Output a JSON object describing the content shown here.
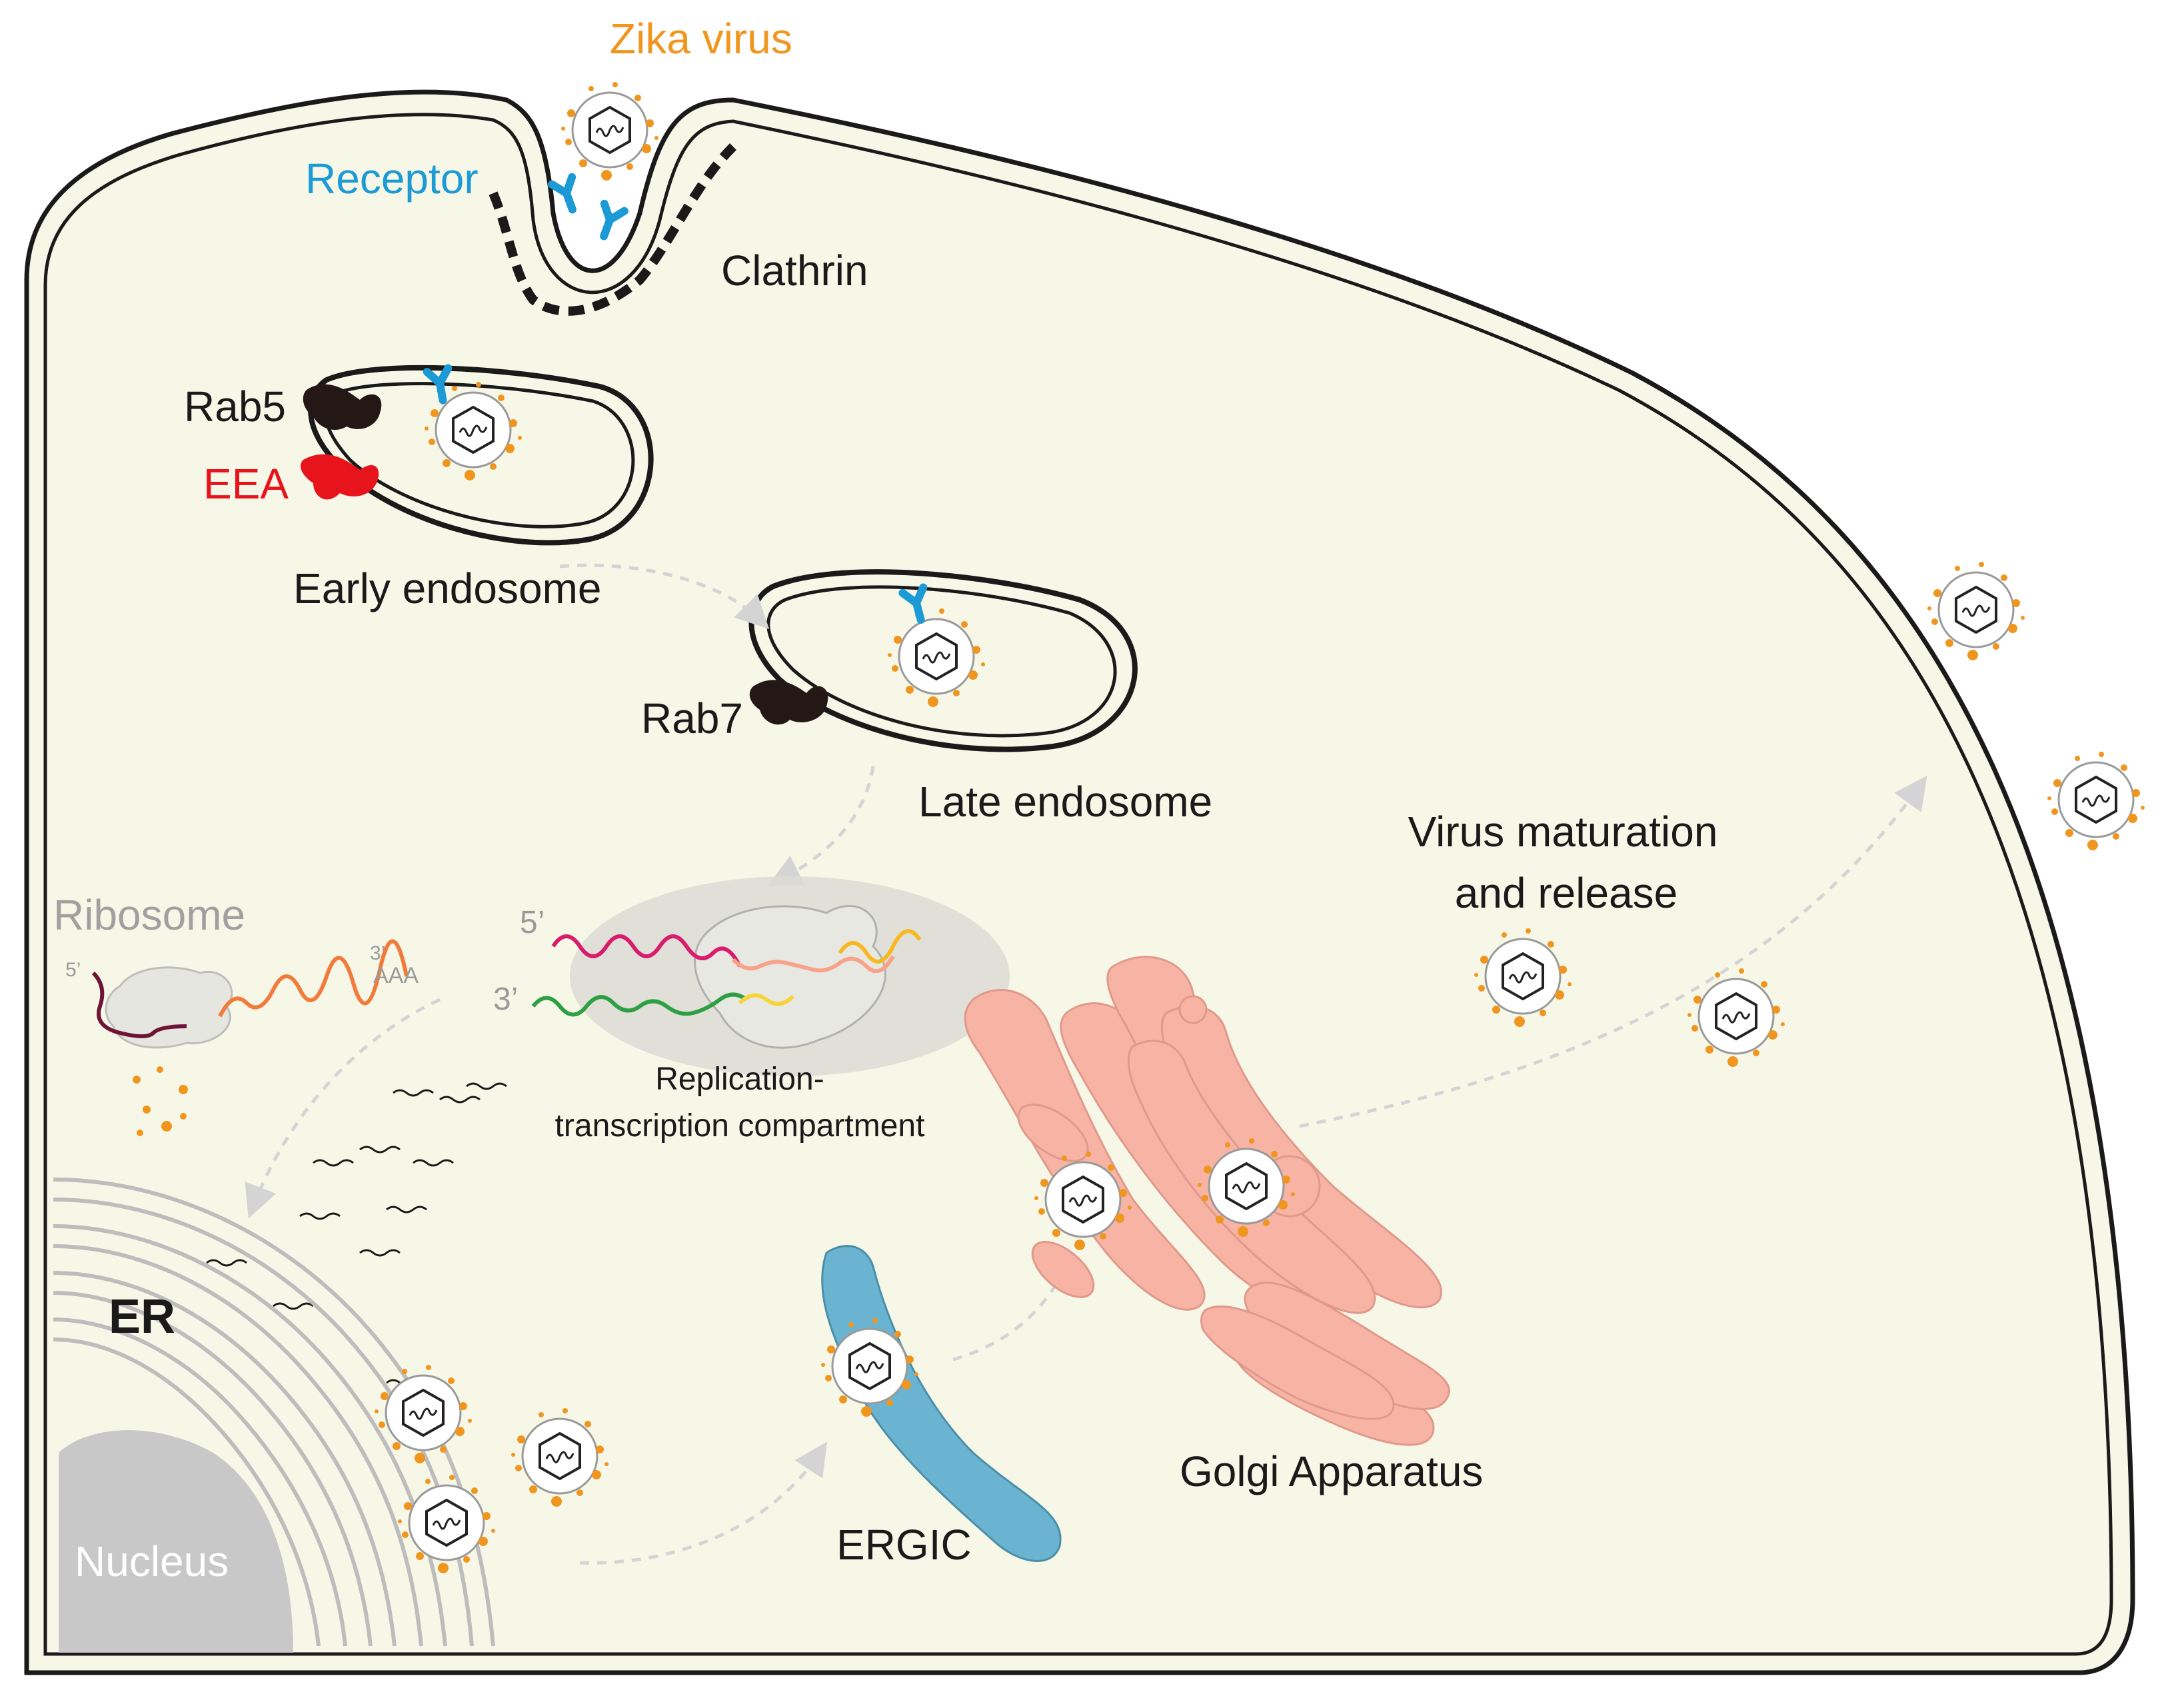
{
  "colors": {
    "cytoplasm": "#f7f7e8",
    "membrane": "#1a1a1a",
    "virus_accent": "#f0961e",
    "receptor": "#1b9ad6",
    "eea": "#e8141b",
    "rab": "#231815",
    "golgi": "#f7b3a3",
    "ergic": "#6ab4d2",
    "nucleus": "#c8c8c8",
    "er": "#bdbdbd",
    "arrow": "#d4d4d4",
    "muted_label": "#a0a0a0"
  },
  "labels": {
    "zika_virus": "Zika virus",
    "receptor": "Receptor",
    "clathrin": "Clathrin",
    "rab5": "Rab5",
    "eea": "EEA",
    "early_endosome": "Early endosome",
    "rab7": "Rab7",
    "late_endosome": "Late endosome",
    "ribosome": "Ribosome",
    "five_prime": "5’",
    "three_prime": "3’",
    "three_prime_plain": "3’",
    "aaa": "AAA",
    "replication_line1": "Replication-",
    "replication_line2": "transcription compartment",
    "virus_maturation_line1": "Virus maturation",
    "virus_maturation_line2": "and release",
    "er": "ER",
    "nucleus": "Nucleus",
    "ergic": "ERGIC",
    "golgi": "Golgi Apparatus"
  },
  "icons": [
    "virion-icon",
    "receptor-icon",
    "rab-protein-icon",
    "eea-protein-icon",
    "rna-strand-icon"
  ]
}
